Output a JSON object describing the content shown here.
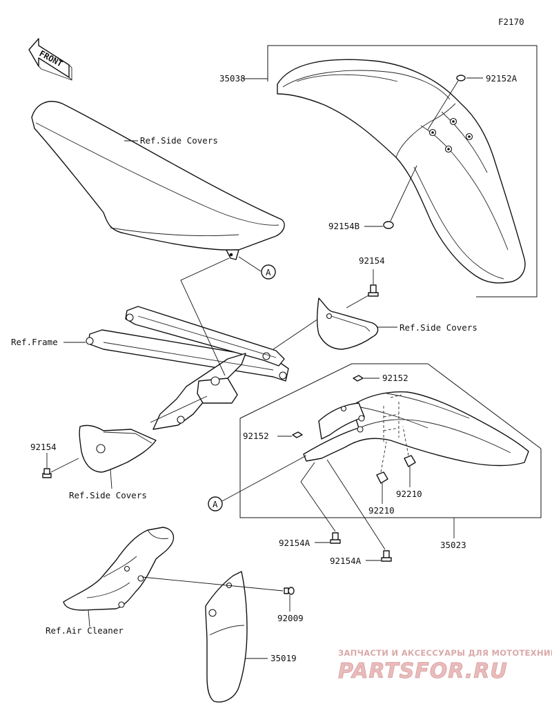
{
  "figure_id": "F2170",
  "direction_label": "FRONT",
  "parts": {
    "front_fender": "35038",
    "screw_92152A": "92152A",
    "washer_92154B": "92154B",
    "bolt_92154_upper": "92154",
    "bolt_92154_left": "92154",
    "rear_fender": "35023",
    "clip_92152_top": "92152",
    "clip_92152_left": "92152",
    "nut_92210_right": "92210",
    "nut_92210_left": "92210",
    "bolt_92154A_left": "92154A",
    "bolt_92154A_right": "92154A",
    "bolt_92009": "92009",
    "mud_guard": "35019"
  },
  "references": {
    "seat_side_covers": "Ref.Side Covers",
    "right_side_covers": "Ref.Side Covers",
    "frame": "Ref.Frame",
    "left_side_covers": "Ref.Side Covers",
    "air_cleaner": "Ref.Air Cleaner"
  },
  "callout_a_top": "A",
  "callout_a_bottom": "A",
  "watermark": {
    "tagline": "ЗАПЧАСТИ И АКСЕССУАРЫ ДЛЯ МОТОТЕХНИКИ",
    "brand": "PARTSFOR.RU"
  }
}
